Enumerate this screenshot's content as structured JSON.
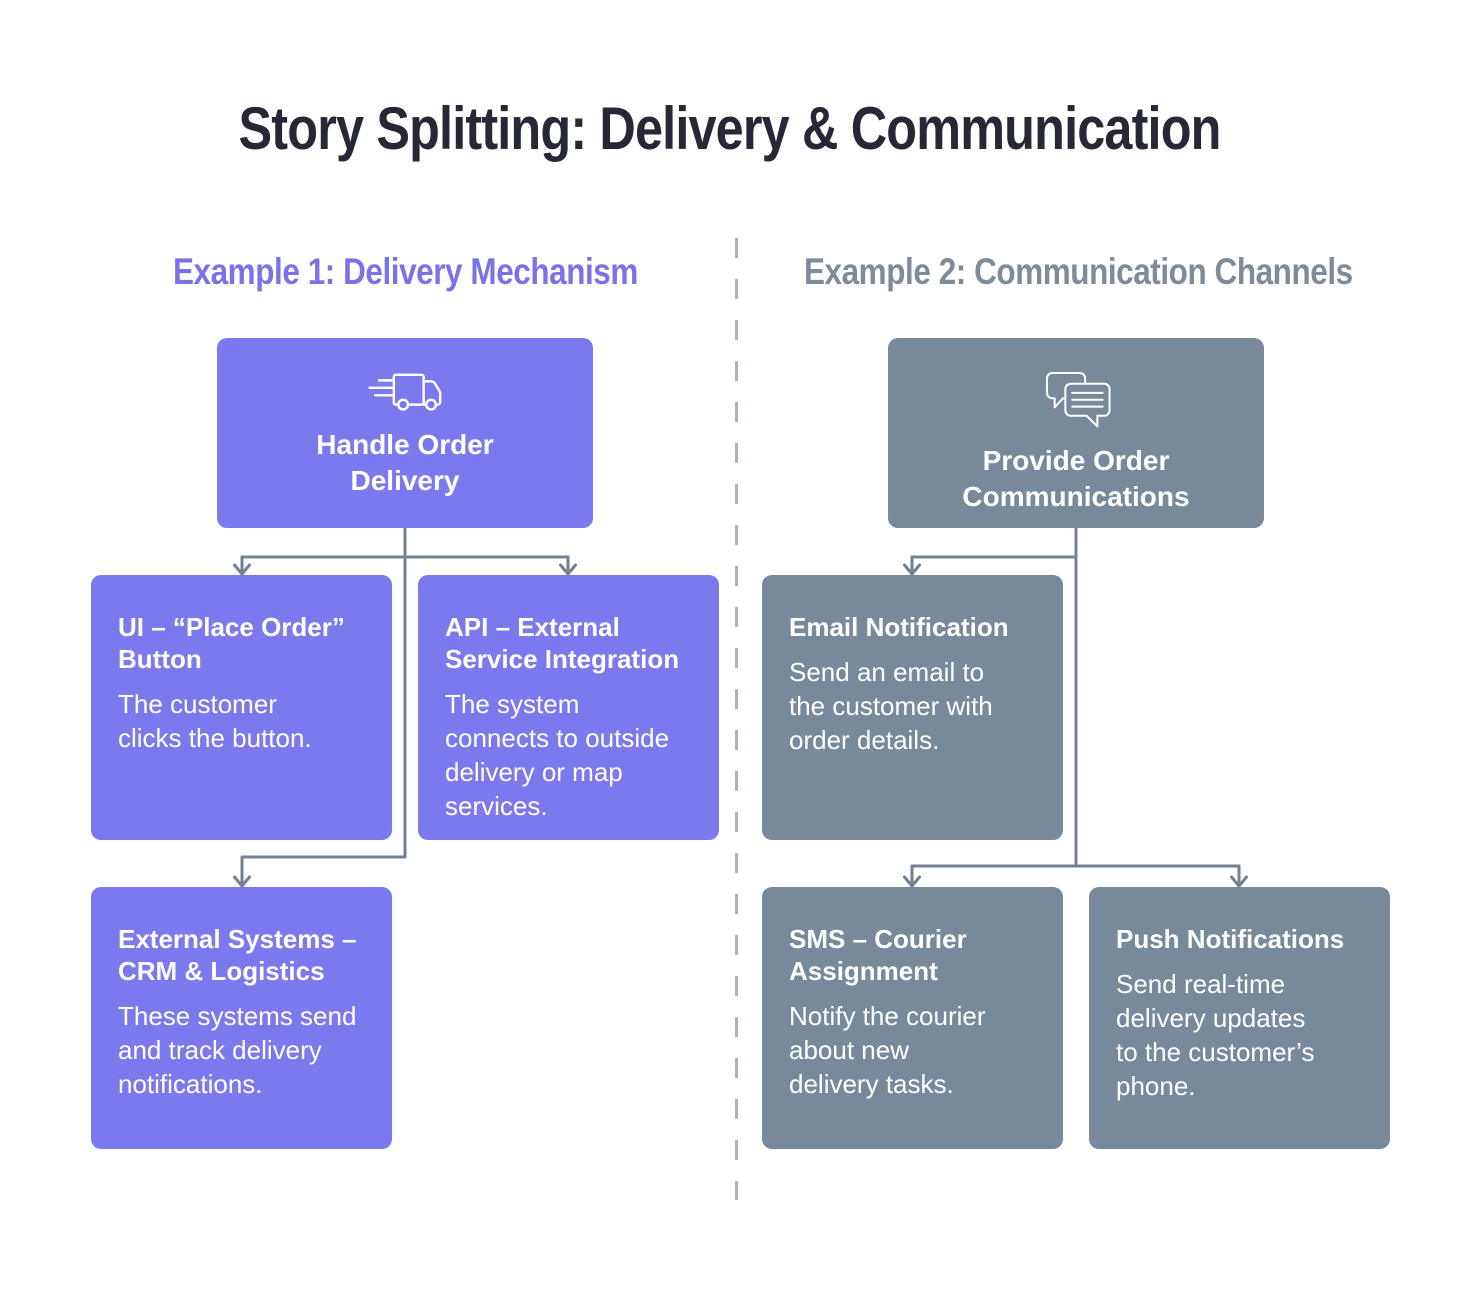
{
  "page": {
    "title": "Story Splitting: Delivery & Communication"
  },
  "colors": {
    "bg": "#FFFFFF",
    "title_text": "#262935",
    "purple": "#7C79EE",
    "purple_heading": "#7B72E9",
    "slate": "#78899B",
    "slate_heading": "#7E8B9A",
    "connector": "#74828F",
    "divider": "#A9B2BD",
    "card_text": "#FFFFFF"
  },
  "example1": {
    "heading": "Example 1: Delivery Mechanism",
    "root": {
      "icon": "delivery-truck-icon",
      "title": "Handle Order\nDelivery"
    },
    "cards": [
      {
        "title": "UI – “Place Order”\nButton",
        "desc": "The customer\nclicks the button."
      },
      {
        "title": "API – External\nService Integration",
        "desc": "The system\nconnects to outside\ndelivery or map\nservices."
      },
      {
        "title": "External Systems –\nCRM & Logistics",
        "desc": "These systems send\nand track delivery\nnotifications."
      }
    ]
  },
  "example2": {
    "heading": "Example 2: Communication Channels",
    "root": {
      "icon": "chat-bubbles-icon",
      "title": "Provide Order\nCommunications"
    },
    "cards": [
      {
        "title": "Email Notification",
        "desc": "Send an email to\nthe customer with\norder details."
      },
      {
        "title": "SMS – Courier\nAssignment",
        "desc": "Notify the courier\nabout new\ndelivery tasks."
      },
      {
        "title": "Push Notifications",
        "desc": "Send real-time\ndelivery updates\nto the customer’s\nphone."
      }
    ]
  }
}
